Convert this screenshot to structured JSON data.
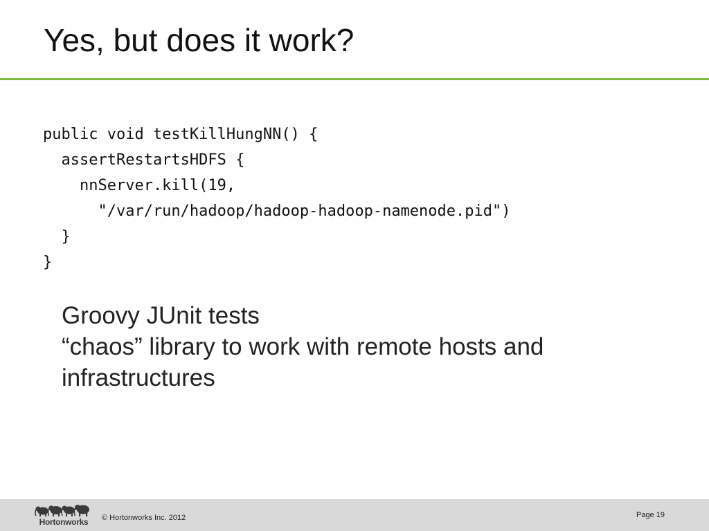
{
  "slide": {
    "title": "Yes, but does it work?"
  },
  "code": {
    "lines": [
      "public void testKillHungNN() {",
      "  assertRestartsHDFS {",
      "    nnServer.kill(19,",
      "      \"/var/run/hadoop/hadoop-hadoop-namenode.pid\")",
      "  }",
      "}"
    ]
  },
  "bullets": [
    "Groovy JUnit tests",
    "“chaos” library to work with remote hosts and",
    "infrastructures"
  ],
  "footer": {
    "logo_text": "Hortonworks",
    "copyright": "© Hortonworks Inc. 2012",
    "page_label": "Page 19",
    "logo_icon": "elephants-logo-icon"
  },
  "colors": {
    "accent_rule": "#84bd41",
    "footer_bg": "#d9d9d9"
  }
}
